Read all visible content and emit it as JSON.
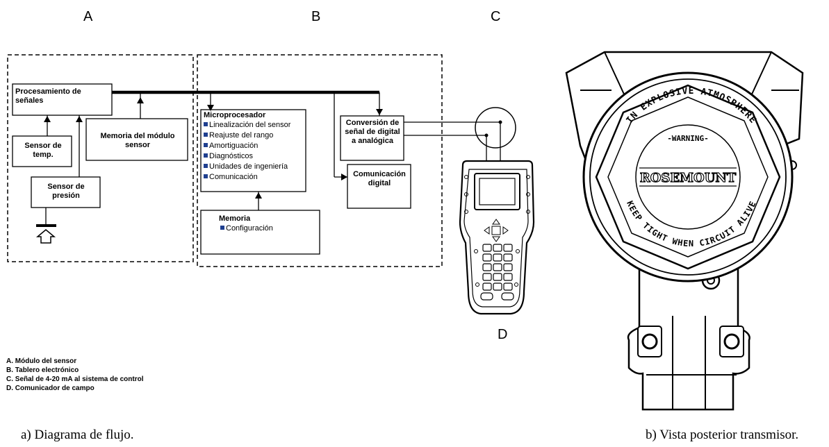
{
  "labels": {
    "a": "A",
    "b": "B",
    "c": "C",
    "d": "D"
  },
  "blocks": {
    "signal_processing": "Procesamiento de señales",
    "temp_sensor": "Sensor de temp.",
    "sensor_memory": "Memoria del módulo sensor",
    "pressure_sensor": "Sensor de presión",
    "microprocessor": {
      "title": "Microprocesador",
      "items": [
        "Linealización del sensor",
        "Reajuste del rango",
        "Amortiguación",
        "Diagnósticos",
        "Unidades de ingeniería",
        "Comunicación"
      ]
    },
    "memory": {
      "title": "Memoria",
      "items": [
        "Configuración"
      ]
    },
    "dac": "Conversión de señal de digital a analógica",
    "digital_comm": "Comunicación digital"
  },
  "legend": [
    "A. Módulo del sensor",
    "B. Tablero electrónico",
    "C. Señal de 4-20 mA al sistema de control",
    "D. Comunicador de campo"
  ],
  "captions": {
    "a": "a)    Diagrama de flujo.",
    "b": "b) Vista posterior transmisor."
  },
  "transmitter": {
    "brand": "ROSEMOUNT",
    "ring_top": "IN EXPLOSIVE ATMOSPHERE",
    "ring_bottom": "KEEP TIGHT WHEN CIRCUIT ALIVE",
    "ring_center": "-WARNING-"
  },
  "colors": {
    "bullet": "#1f3f8f"
  }
}
